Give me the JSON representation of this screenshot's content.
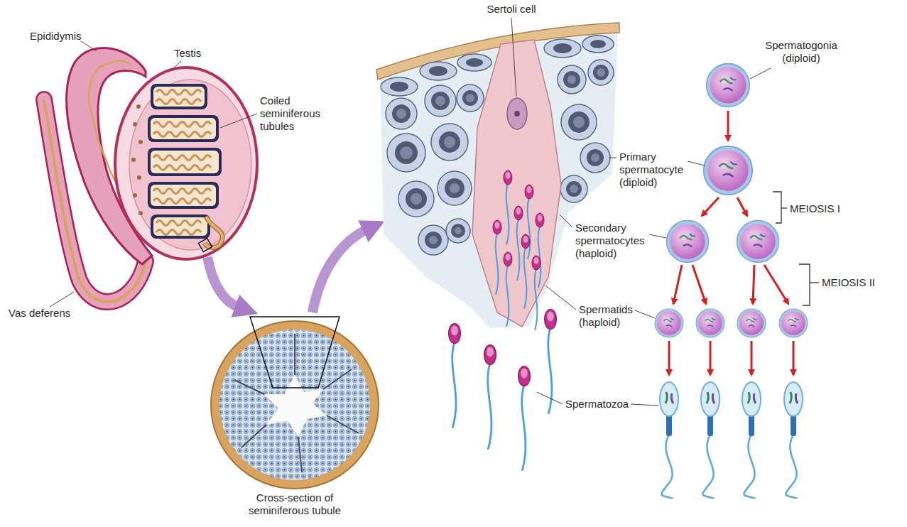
{
  "diagram": {
    "labels": [
      "Sertoli cell",
      "Spermatogonia (diploid)",
      "Epididymis",
      "Testis",
      "Coiled seminiferous tubules",
      "Primary spermatocyte (diploid)",
      "MEIOSIS I",
      "Secondary spermatocytes (haploid)",
      "MEIOSIS II",
      "Vas deferens",
      "Spermatids (haploid)",
      "Spermatozoa",
      "Cross-section of seminiferous tubule"
    ]
  }
}
